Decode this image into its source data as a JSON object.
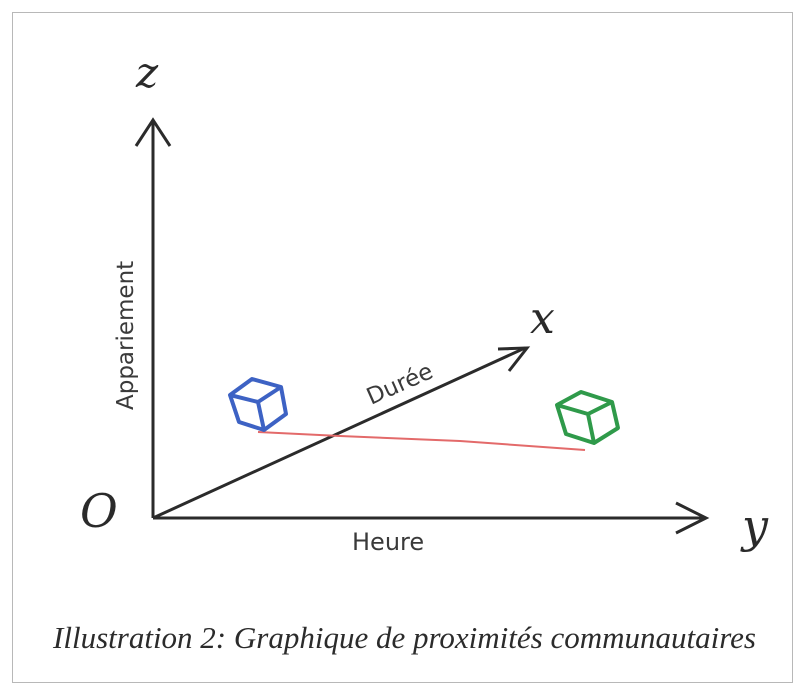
{
  "diagram": {
    "origin_label": "O",
    "axes": {
      "z": {
        "letter": "z",
        "name": "Appariement"
      },
      "x": {
        "letter": "x",
        "name": "Durée"
      },
      "y": {
        "letter": "y",
        "name": "Heure"
      }
    },
    "colors": {
      "axis": "#2b2b2b",
      "cube_blue": "#3d62c4",
      "cube_green": "#2f9a4a",
      "link_line": "#e36a6a"
    },
    "cubes": [
      {
        "name": "blue-cube",
        "color": "#3d62c4"
      },
      {
        "name": "green-cube",
        "color": "#2f9a4a"
      }
    ]
  },
  "caption": "Illustration 2: Graphique de proximités communautaires"
}
